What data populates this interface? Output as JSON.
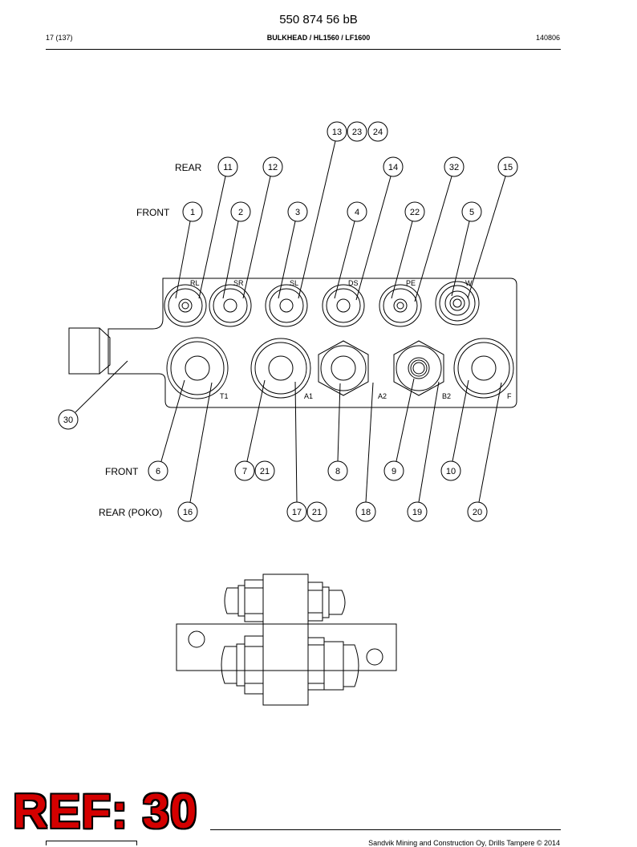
{
  "header": {
    "doc_number": "550 874 56 bB",
    "page": "17 (137)",
    "title_bold": "BULKHEAD / HL1560 / LF1600",
    "date_code": "140806"
  },
  "footer": {
    "text": "Sandvik Mining and Construction Oy, Drills Tampere © 2014",
    "ref_tag": "REF: 30"
  },
  "diagram": {
    "row_labels": {
      "rear": "REAR",
      "front_top": "FRONT",
      "front_bottom": "FRONT",
      "rear_poko": "REAR (POKO)"
    },
    "port_labels_top": [
      "RL",
      "SR",
      "SL",
      "DS",
      "PE",
      "W"
    ],
    "port_labels_bottom": [
      "T1",
      "A1",
      "A2",
      "B2",
      "F"
    ],
    "callouts": {
      "c13": "13",
      "c23": "23",
      "c24": "24",
      "c11": "11",
      "c12": "12",
      "c14": "14",
      "c32": "32",
      "c15": "15",
      "c1": "1",
      "c2": "2",
      "c3": "3",
      "c4": "4",
      "c22": "22",
      "c5": "5",
      "c30": "30",
      "c6": "6",
      "c7": "7",
      "c21a": "21",
      "c8": "8",
      "c9": "9",
      "c10": "10",
      "c16": "16",
      "c17": "17",
      "c21b": "21",
      "c18": "18",
      "c19": "19",
      "c20": "20"
    }
  }
}
